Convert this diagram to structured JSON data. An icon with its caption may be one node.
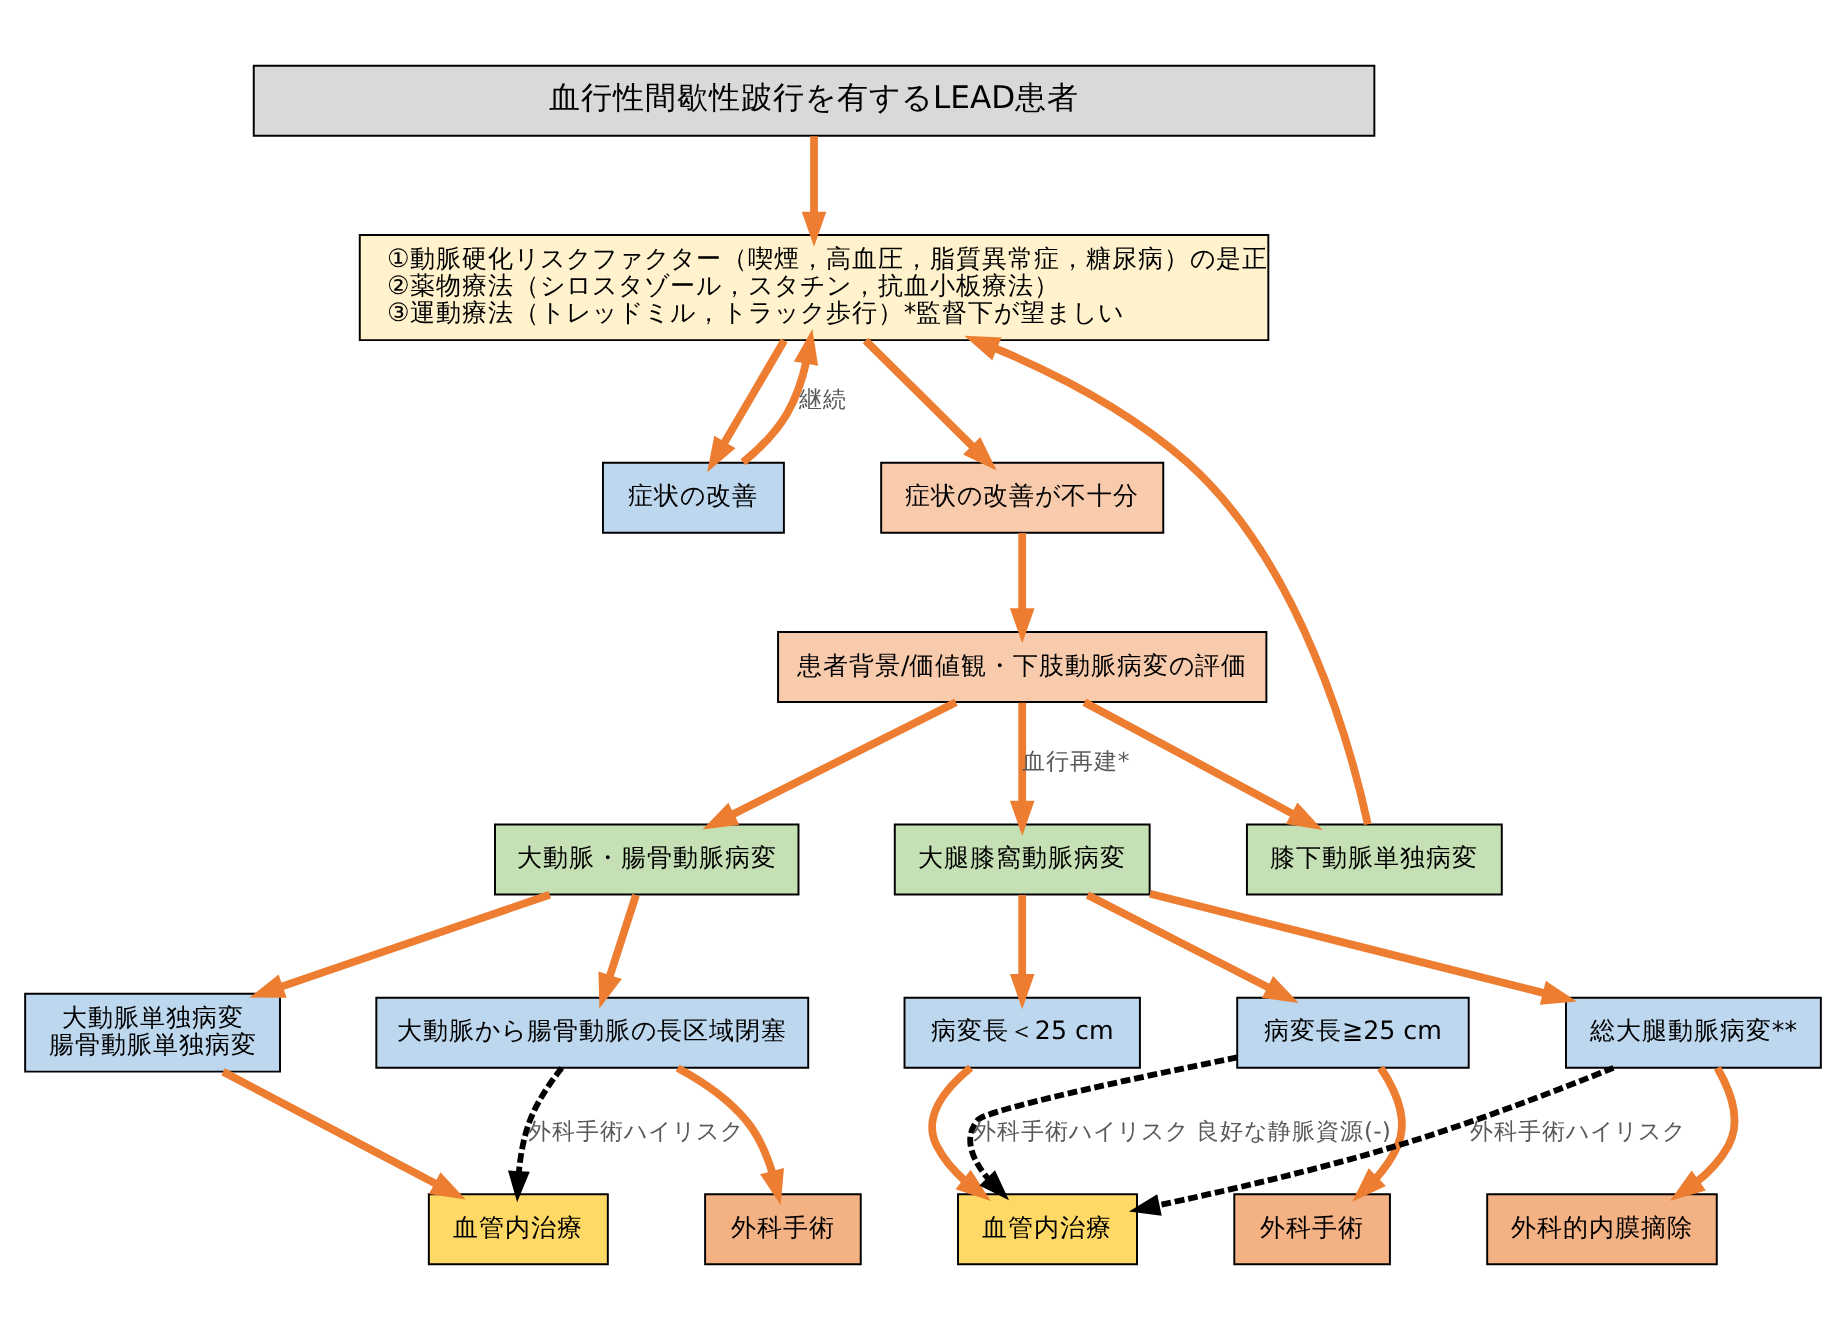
{
  "diagram": {
    "nodes": [
      {
        "text": [
          "血行性間歇性跛行を有するLEAD患者"
        ]
      },
      {
        "text": [
          "①動脈硬化リスクファクター（喫煙，高血圧，脂質異常症，糖尿病）の是正",
          "②薬物療法（シロスタゾール，スタチン，抗血小板療法）",
          "③運動療法（トレッドミル，トラック歩行）*監督下が望ましい"
        ]
      },
      {
        "text": [
          "症状の改善"
        ]
      },
      {
        "text": [
          "症状の改善が不十分"
        ]
      },
      {
        "text": [
          "患者背景/価値観・下肢動脈病変の評価"
        ]
      },
      {
        "text": [
          "大動脈・腸骨動脈病変"
        ]
      },
      {
        "text": [
          "大腿膝窩動脈病変"
        ]
      },
      {
        "text": [
          "膝下動脈単独病変"
        ]
      },
      {
        "text": [
          "大動脈単独病変",
          "腸骨動脈単独病変"
        ]
      },
      {
        "text": [
          "大動脈から腸骨動脈の長区域閉塞"
        ]
      },
      {
        "text": [
          "病変長＜25 cm"
        ]
      },
      {
        "text": [
          "病変長≧25 cm"
        ]
      },
      {
        "text": [
          "総大腿動脈病変**"
        ]
      },
      {
        "text": [
          "血管内治療"
        ]
      },
      {
        "text": [
          "外科手術"
        ]
      },
      {
        "text": [
          "血管内治療"
        ]
      },
      {
        "text": [
          "外科手術"
        ]
      },
      {
        "text": [
          "外科的内膜摘除"
        ]
      }
    ],
    "edges": [
      {
        "from": 0,
        "to": 1,
        "arrow": "to"
      },
      {
        "from": 1,
        "to": 2,
        "arrow": "to"
      },
      {
        "from": 1,
        "to": 3,
        "arrow": "to"
      },
      {
        "from": 2,
        "to": 1,
        "arrow": "to",
        "label": "継続"
      },
      {
        "from": 3,
        "to": 4,
        "arrow": "to"
      },
      {
        "from": 4,
        "to": 5,
        "arrow": "to"
      },
      {
        "from": 4,
        "to": 6,
        "arrow": "to",
        "label": "血行再建*"
      },
      {
        "from": 4,
        "to": 7,
        "arrow": "to"
      },
      {
        "from": 7,
        "to": 1,
        "arrow": "to"
      },
      {
        "from": 5,
        "to": 8,
        "arrow": "to"
      },
      {
        "from": 5,
        "to": 9,
        "arrow": "to"
      },
      {
        "from": 6,
        "to": 10,
        "arrow": "to"
      },
      {
        "from": 6,
        "to": 11,
        "arrow": "to"
      },
      {
        "from": 6,
        "to": 12,
        "arrow": "to"
      },
      {
        "from": 8,
        "to": 13,
        "arrow": "to"
      },
      {
        "from": 9,
        "to": 14,
        "arrow": "to"
      },
      {
        "from": 9,
        "to": 13,
        "arrow": "to",
        "label": "外科手術ハイリスク",
        "style": "dashed",
        "color": "#000000"
      },
      {
        "from": 10,
        "to": 15,
        "arrow": "to"
      },
      {
        "from": 11,
        "to": 16,
        "arrow": "to"
      },
      {
        "from": 11,
        "to": 15,
        "arrow": "to",
        "label": "外科手術ハイリスク 良好な静脈資源(-)",
        "style": "dashed",
        "color": "#000000"
      },
      {
        "from": 12,
        "to": 17,
        "arrow": "to"
      },
      {
        "from": 12,
        "to": 15,
        "arrow": "to",
        "label": "外科手術ハイリスク",
        "style": "dashed",
        "color": "#000000"
      }
    ]
  }
}
